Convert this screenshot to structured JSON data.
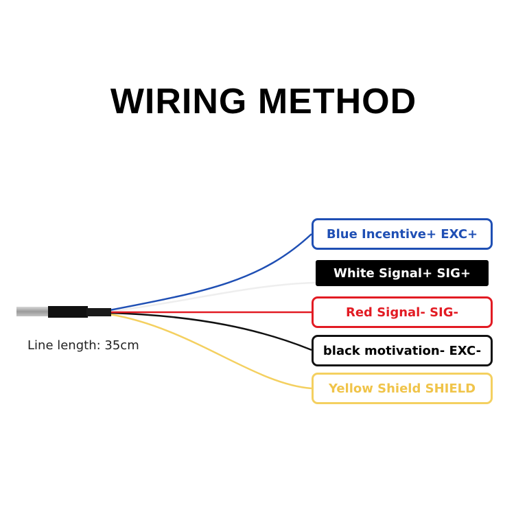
{
  "title": "WIRING METHOD",
  "cable": {
    "length_label": "Line length: 35cm"
  },
  "wires": [
    {
      "id": "blue",
      "label": "Blue Incentive+  EXC+",
      "color": "#1f4fb4",
      "text_color": "#1f4fb4",
      "fill": "#ffffff"
    },
    {
      "id": "white",
      "label": "White Signal+  SIG+",
      "color": "#eeeeee",
      "text_color": "#ffffff",
      "fill": "#000000"
    },
    {
      "id": "red",
      "label": "Red Signal-  SIG-",
      "color": "#e21b23",
      "text_color": "#e21b23",
      "fill": "#ffffff"
    },
    {
      "id": "black",
      "label": "black motivation- EXC-",
      "color": "#111111",
      "text_color": "#000000",
      "fill": "#ffffff"
    },
    {
      "id": "yellow",
      "label": "Yellow Shield  SHIELD",
      "color": "#f4d060",
      "text_color": "#f0c44a",
      "fill": "#ffffff"
    }
  ]
}
